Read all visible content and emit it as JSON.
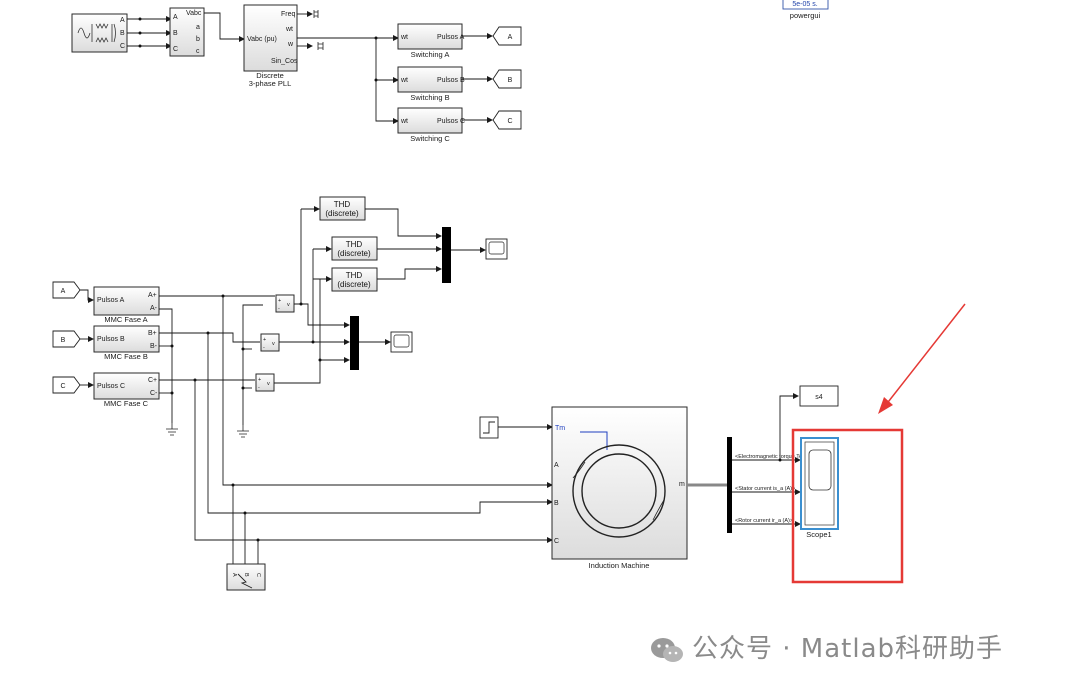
{
  "blocks": {
    "pll": {
      "caption_line1": "Discrete",
      "caption_line2": "3-phase PLL",
      "in_port": "Vabc (pu)",
      "out_freq": "Freq",
      "out_wt": "wt",
      "out_w": "w",
      "out_sincos": "Sin_Cos"
    },
    "vmeas": {
      "out_label": "Vabc",
      "in_a": "A",
      "in_b": "B",
      "in_c": "C",
      "out_a": "a",
      "out_b": "b",
      "out_c": "c"
    },
    "source": {
      "port_a": "A",
      "port_b": "B",
      "port_c": "C"
    },
    "switching_a": {
      "caption": "Switching A",
      "in": "wt",
      "out": "Pulsos A"
    },
    "switching_b": {
      "caption": "Switching B",
      "in": "wt",
      "out": "Pulsos B"
    },
    "switching_c": {
      "caption": "Switching C",
      "in": "wt",
      "out": "Pulsos C"
    },
    "goto_a": "A",
    "goto_b": "B",
    "goto_c": "C",
    "from_a": "A",
    "from_b": "B",
    "from_c": "C",
    "powergui": {
      "value": "5e-05 s.",
      "caption": "powergui"
    },
    "thd": {
      "line1": "THD",
      "line2": "(discrete)"
    },
    "mmc_a": {
      "caption": "MMC Fase A",
      "in": "Pulsos A",
      "out_pos": "A+",
      "out_neg": "A-"
    },
    "mmc_b": {
      "caption": "MMC Fase B",
      "in": "Pulsos B",
      "out_pos": "B+",
      "out_neg": "B-"
    },
    "mmc_c": {
      "caption": "MMC Fase C",
      "in": "Pulsos C",
      "out_pos": "C+",
      "out_neg": "C-"
    },
    "vsensor": {
      "plus": "+",
      "minus": "-",
      "out": "v"
    },
    "induction": {
      "caption": "Induction Machine",
      "in_tm": "Tm",
      "in_a": "A",
      "in_b": "B",
      "in_c": "C",
      "out_m": "m"
    },
    "bus_selector": {
      "sig1": "<Electromagnetic torque Te (N*m)>",
      "sig2": "<Stator current is_a (A)>",
      "sig3": "<Rotor current ir_a (A)>"
    },
    "goto_s4": "s4",
    "scope1": {
      "caption": "Scope1"
    },
    "fault": {
      "a": "A",
      "b": "B",
      "c": "C"
    }
  },
  "colors": {
    "highlight": "#e53935",
    "scope_border": "#3a8fd0",
    "tm_port": "#1f3fbf",
    "watermark": "#8a8a8a"
  },
  "watermark": {
    "text": "公众号 · Matlab科研助手"
  }
}
